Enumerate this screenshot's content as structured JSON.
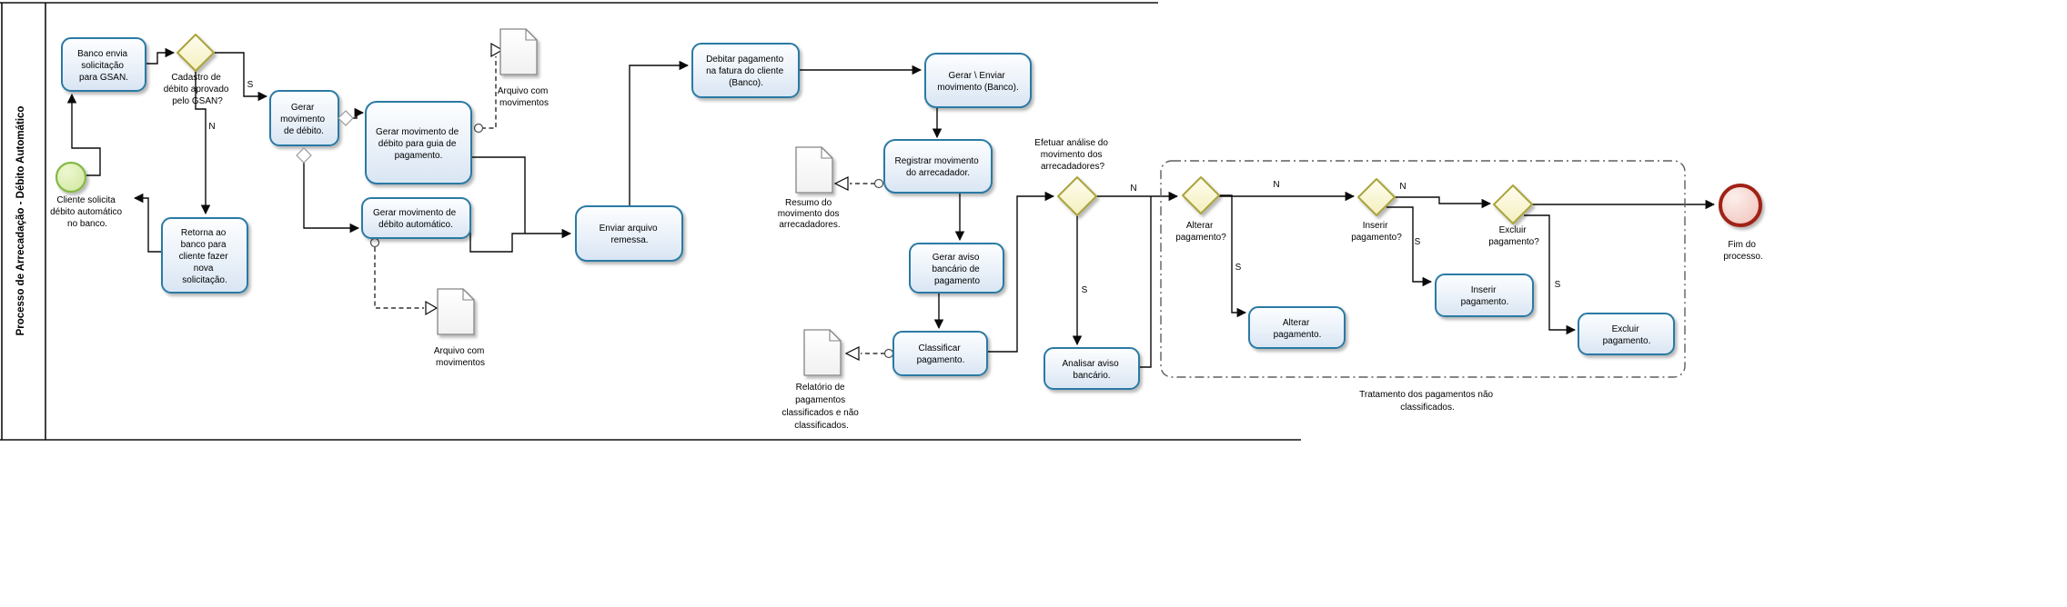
{
  "lane": {
    "title": "Processo  de Arrecadação - Débito Automático"
  },
  "branch": {
    "yes": "S",
    "no": "N"
  },
  "events": {
    "start": {
      "label": [
        "Cliente solicita",
        "débito automático",
        "no banco."
      ]
    },
    "end": {
      "label": [
        "Fim do",
        "processo."
      ]
    }
  },
  "tasks": {
    "banco_envia": [
      "Banco envia",
      "solicitação",
      "para GSAN."
    ],
    "retorna": [
      "Retorna ao",
      "banco para",
      "cliente fazer",
      "nova",
      "solicitação."
    ],
    "gerar_movimento": [
      "Gerar",
      "movimento",
      "de débito."
    ],
    "gerar_guia": [
      "Gerar movimento de",
      "débito para guia de",
      "pagamento."
    ],
    "gerar_automatico": [
      "Gerar movimento de",
      "débito automático."
    ],
    "enviar_remessa": [
      "Enviar arquivo",
      "remessa."
    ],
    "debitar": [
      "Debitar pagamento",
      "na fatura do cliente",
      "(Banco)."
    ],
    "gerar_enviar": [
      "Gerar \\ Enviar",
      "movimento (Banco)."
    ],
    "registrar": [
      "Registrar movimento",
      "do arrecadador."
    ],
    "gerar_aviso": [
      "Gerar aviso",
      "bancário de",
      "pagamento"
    ],
    "classificar": [
      "Classificar",
      "pagamento."
    ],
    "analisar": [
      "Analisar aviso",
      "bancário."
    ],
    "alterar": [
      "Alterar",
      "pagamento."
    ],
    "inserir": [
      "Inserir",
      "pagamento."
    ],
    "excluir": [
      "Excluir",
      "pagamento."
    ]
  },
  "gateways": {
    "cadastro": [
      "Cadastro de",
      "débito aprovado",
      "pelo GSAN?"
    ],
    "efetuar_analise": [
      "Efetuar análise do",
      "movimento dos",
      "arrecadadores?"
    ],
    "alterar": [
      "Alterar",
      "pagamento?"
    ],
    "inserir": [
      "Inserir",
      "pagamento?"
    ],
    "excluir": [
      "Excluir",
      "pagamento?"
    ]
  },
  "data_objects": {
    "arquivo_top": [
      "Arquivo com",
      "movimentos"
    ],
    "arquivo_bottom": [
      "Arquivo com",
      "movimentos"
    ],
    "resumo": [
      "Resumo do",
      "movimento dos",
      "arrecadadores."
    ],
    "relatorio": [
      "Relatório de",
      "pagamentos",
      "classificados e não",
      "classificados."
    ]
  },
  "group": {
    "label": [
      "Tratamento dos pagamentos não",
      "classificados."
    ]
  },
  "colors": {
    "task_border": "#2b7aa4",
    "task_fill": "#d9e5f3",
    "gateway_border": "#aaa43b",
    "gateway_fill": "#f6f1c3",
    "start_border": "#85b844",
    "start_fill": "#cfe79b",
    "end_border": "#a02019",
    "end_fill": "#f2c4bc",
    "document_border": "#848484",
    "line": "#0a0a0a"
  }
}
